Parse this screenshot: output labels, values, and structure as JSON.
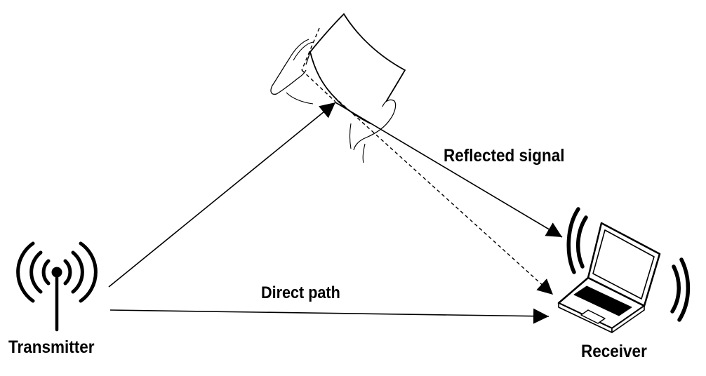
{
  "labels": {
    "transmitter": "Transmitter",
    "receiver": "Receiver",
    "direct_path": "Direct path",
    "reflected_signal": "Reflected signal"
  },
  "icons": {
    "transmitter": "antenna-icon",
    "receiver": "laptop-icon",
    "reflector": "paper-sheet-in-hands-icon"
  },
  "colors": {
    "ink": "#000000",
    "background": "#ffffff"
  }
}
